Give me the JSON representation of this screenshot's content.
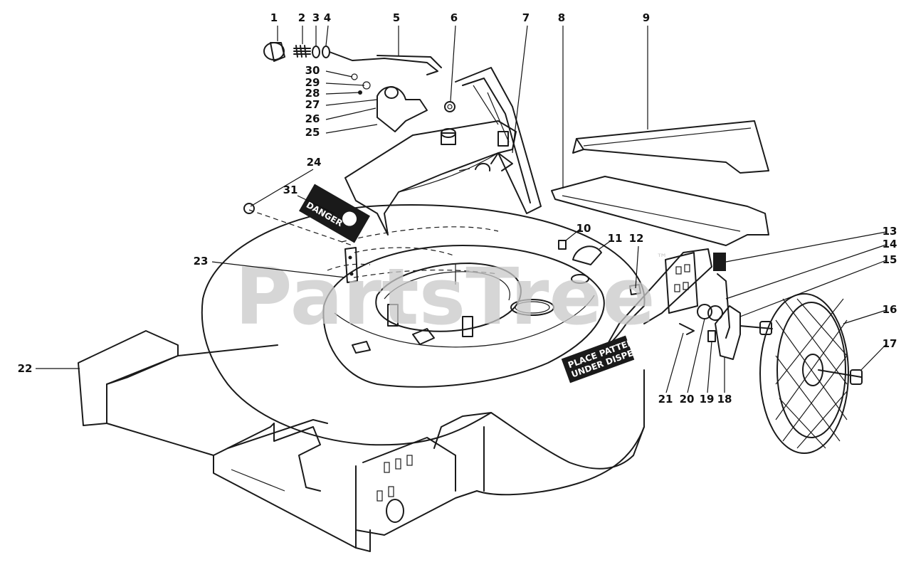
{
  "watermark": {
    "text": "PartsTree",
    "trademark": "™"
  },
  "decals": {
    "danger": "DANGER",
    "warning_lines": [
      "PLACE PATTERN",
      "UNDER DISPERSION"
    ]
  },
  "callouts": [
    "1",
    "2",
    "3",
    "4",
    "5",
    "6",
    "7",
    "8",
    "9",
    "10",
    "11",
    "12",
    "13",
    "14",
    "15",
    "16",
    "17",
    "18",
    "19",
    "20",
    "21",
    "22",
    "23",
    "24",
    "25",
    "26",
    "27",
    "28",
    "29",
    "30",
    "31"
  ],
  "colors": {
    "ink": "#1a1a1a",
    "watermark": "#c9c9c9",
    "background": "#ffffff"
  }
}
